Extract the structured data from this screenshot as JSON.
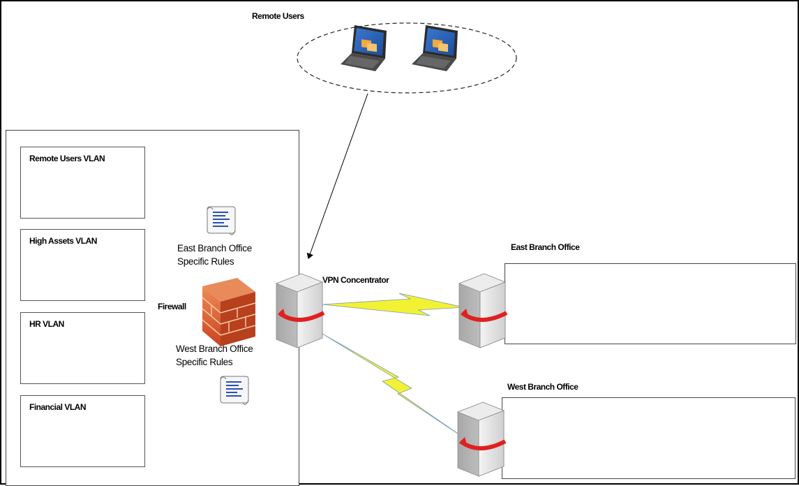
{
  "remote_users_label": "Remote Users",
  "vlans": [
    {
      "label": "Remote Users VLAN"
    },
    {
      "label": "High Assets VLAN"
    },
    {
      "label": "HR VLAN"
    },
    {
      "label": "Financial VLAN"
    }
  ],
  "east_rules": {
    "line1": "East Branch Office",
    "line2": "Specific Rules"
  },
  "west_rules": {
    "line1": "West Branch Office",
    "line2": "Specific Rules"
  },
  "firewall_label": "Firewall",
  "vpn_label": "VPN Concentrator",
  "east_office_label": "East Branch Office",
  "west_office_label": "West Branch Office",
  "colors": {
    "wall_brick": "#d9532a",
    "server_ring": "#e02020",
    "lightning": "#f2f233",
    "laptop_screen": "#2a5fb0"
  }
}
